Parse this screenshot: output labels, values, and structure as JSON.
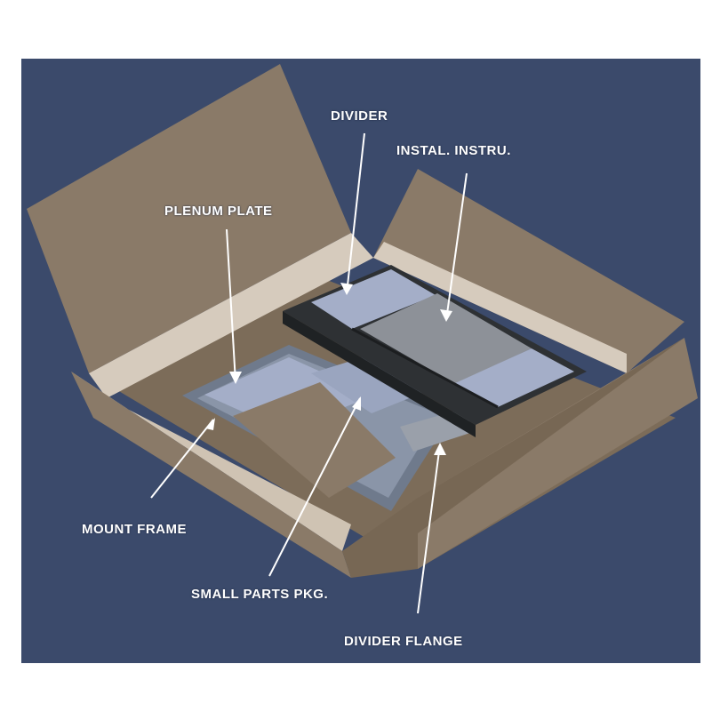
{
  "labels": {
    "divider": "DIVIDER",
    "instal_instru": "INSTAL. INSTRU.",
    "plenum_plate": "PLENUM PLATE",
    "mount_frame": "MOUNT FRAME",
    "small_parts_pkg": "SMALL PARTS PKG.",
    "divider_flange": "DIVIDER FLANGE"
  },
  "colors": {
    "background": "#3b4a6b",
    "cardboard": "#8a7a68",
    "cardboard_dark": "#776754",
    "cardboard_light": "#d6cbbd",
    "metal_frame": "#6f7a8c",
    "plate": "#a4aec8",
    "divider_dark": "#2e3134",
    "instructions": "#8d9198",
    "label_text": "#ffffff"
  }
}
